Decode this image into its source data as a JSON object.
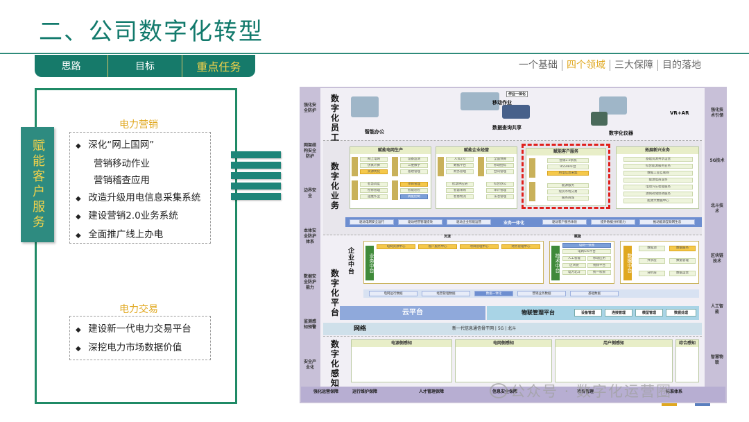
{
  "page": {
    "title": "二、公司数字化转型",
    "tabs": [
      "思路",
      "目标",
      "重点任务"
    ],
    "nav": [
      "一个基础",
      "四个领域",
      "三大保障",
      "目的落地"
    ]
  },
  "left": {
    "vertical_label": "赋能客户服务",
    "section1": {
      "heading": "电力营销",
      "items": [
        {
          "text": "深化“网上国网”",
          "bullet": true
        },
        {
          "text": "营销移动作业",
          "bullet": false
        },
        {
          "text": "营销稽查应用",
          "bullet": false
        },
        {
          "text": "改造升级用电信息采集系统",
          "bullet": true
        },
        {
          "text": "建设营销2.0业务系统",
          "bullet": true
        },
        {
          "text": "全面推广线上办电",
          "bullet": true
        }
      ]
    },
    "section2": {
      "heading": "电力交易",
      "items": [
        {
          "text": "建设新一代电力交易平台",
          "bullet": true
        },
        {
          "text": "深挖电力市场数据价值",
          "bullet": true
        }
      ]
    },
    "bullet_glyph": "◆"
  },
  "arch": {
    "side_left": [
      "强化安全防护",
      "网架结构安全防护",
      "边界安全",
      "本体安全防护体系",
      "数据安全防护能力",
      "监测感知预警",
      "安全产业化"
    ],
    "side_right": [
      "强化技术引领",
      "5G技术",
      "北斗技术",
      "区块链技术",
      "人工智能",
      "智慧物联"
    ],
    "layer_titles": [
      "数字化员工",
      "数字化业务",
      "数字化平台",
      "数字化感知"
    ],
    "employee": {
      "labels": [
        "作业一体化",
        "移动作业",
        "智能办公",
        "数据查询共享",
        "VR+AR",
        "数字化仪器"
      ]
    },
    "business": {
      "panels": [
        {
          "title": "赋能电网生产",
          "cells": [
            "网上电网",
            "仿真计算",
            "资源优化",
            "智慧调度",
            "检修管理",
            "运维作业",
            "设备监测",
            "三维数字",
            "基建管理",
            "项目管理",
            "智能巡检",
            "调度控制"
          ]
        },
        {
          "title": "赋能企业经营",
          "cells": [
            "人资2.0",
            "数据平台",
            "财务管理",
            "智慧供应链",
            "智慧采购",
            "智慧物流",
            "全面预算",
            "移动招标",
            "合同管理",
            "综合办公",
            "审计管理",
            "法治管理"
          ]
        },
        {
          "title": "赋能客户服务",
          "cells": [
            "营销2.0系统",
            "95598平台",
            "用电信息采集",
            "能源服务",
            "现货市场交易",
            "服务商城"
          ]
        },
        {
          "title": "拓展新兴业务",
          "cells": [
            "基础资源共享运营",
            "综合能源服务业务",
            "数据工业互联网",
            "能源电商业务",
            "电动汽车智能服务",
            "源网荷储协调服务",
            "能源大数据中心"
          ]
        }
      ],
      "blue_buttons": [
        "驱动电网安全运行",
        "驱动经营管理提效",
        "驱动企业智能运营",
        "业务一体化",
        "驱动客户服务体验",
        "提升数据分析能力",
        "推动能源互联网生态"
      ]
    },
    "platform": {
      "labels": [
        "沉淀",
        "赋能"
      ],
      "business_center": "业务中台",
      "technology_center": "技术中台",
      "enterprise_center": "企业中台",
      "data_center": "数据中台",
      "business_panels": [
        "电网资源中心",
        "客户服务中心",
        "项目管理中心",
        "财务管理中心"
      ],
      "tech_cells": [
        "电网一张图",
        "电网GIS平台",
        "人工智能",
        "移动应用",
        "区块链",
        "视频平台",
        "电力北斗",
        "统一权限"
      ],
      "data_cells": [
        "数据源",
        "数据服务",
        "共享层",
        "数据管理",
        "分析层",
        "数据运营"
      ],
      "data_bar": [
        "电网运行数据",
        "经营管理数据",
        "数据一体化",
        "营销业务数据",
        "基础数据"
      ],
      "cloud": "云平台",
      "iot": "物联管理平台",
      "iot_buttons": [
        "设备管理",
        "连接管理",
        "模型管理",
        "数据处理"
      ]
    },
    "network": {
      "label": "网络",
      "middle": "新一代信息通信骨干网 | 5G | 北斗"
    },
    "sensing": {
      "panels": [
        "电源侧感知",
        "电网侧感知",
        "用户侧感知",
        "综合感知"
      ]
    },
    "bottom": [
      "强化运营保障",
      "运行维护保障",
      "人才管理保障",
      "信息安全保障",
      "项目管理",
      "标准体系"
    ]
  },
  "watermark": "公众号 · 数字化运营圈",
  "colors": {
    "brand_green": "#167a6a",
    "accent_gold": "#f2d24a",
    "highlight_red": "#e0201c"
  }
}
